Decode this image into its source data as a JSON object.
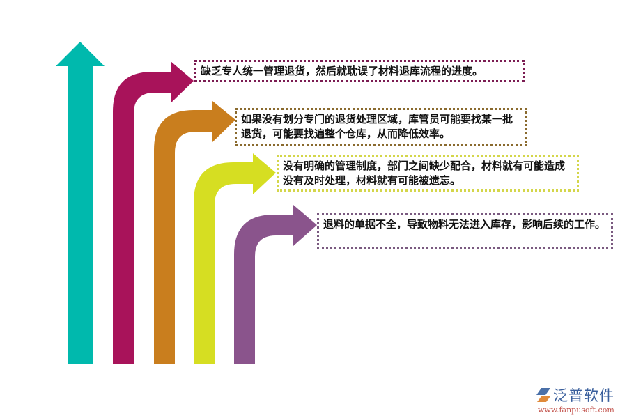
{
  "diagram": {
    "type": "bent-arrow-list",
    "colors": {
      "arrow_1": "#00b9ad",
      "arrow_2": "#a8135a",
      "arrow_3": "#c97e1e",
      "arrow_4": "#d6de22",
      "arrow_5": "#8a548c"
    },
    "items": [
      {
        "text": "缺乏专人统一管理退货，然后就耽误了材料退库流程的进度。",
        "border_color": "#7b1c52"
      },
      {
        "text": "如果没有划分专门的退货处理区域，库管员可能要找某一批退货，可能要找遍整个仓库，从而降低效率。",
        "border_color": "#8a6a2e"
      },
      {
        "text": "没有明确的管理制度，部门之间缺少配合，材料就有可能造成没有及时处理，材料就有可能被遗忘。",
        "border_color": "#d4d64a"
      },
      {
        "text": "退料的单据不全，导致物料无法进入库存，影响后续的工作。",
        "border_color": "#7a5a80"
      }
    ]
  },
  "logo": {
    "name": "泛普软件",
    "url": "www.fanpusoft.com"
  }
}
